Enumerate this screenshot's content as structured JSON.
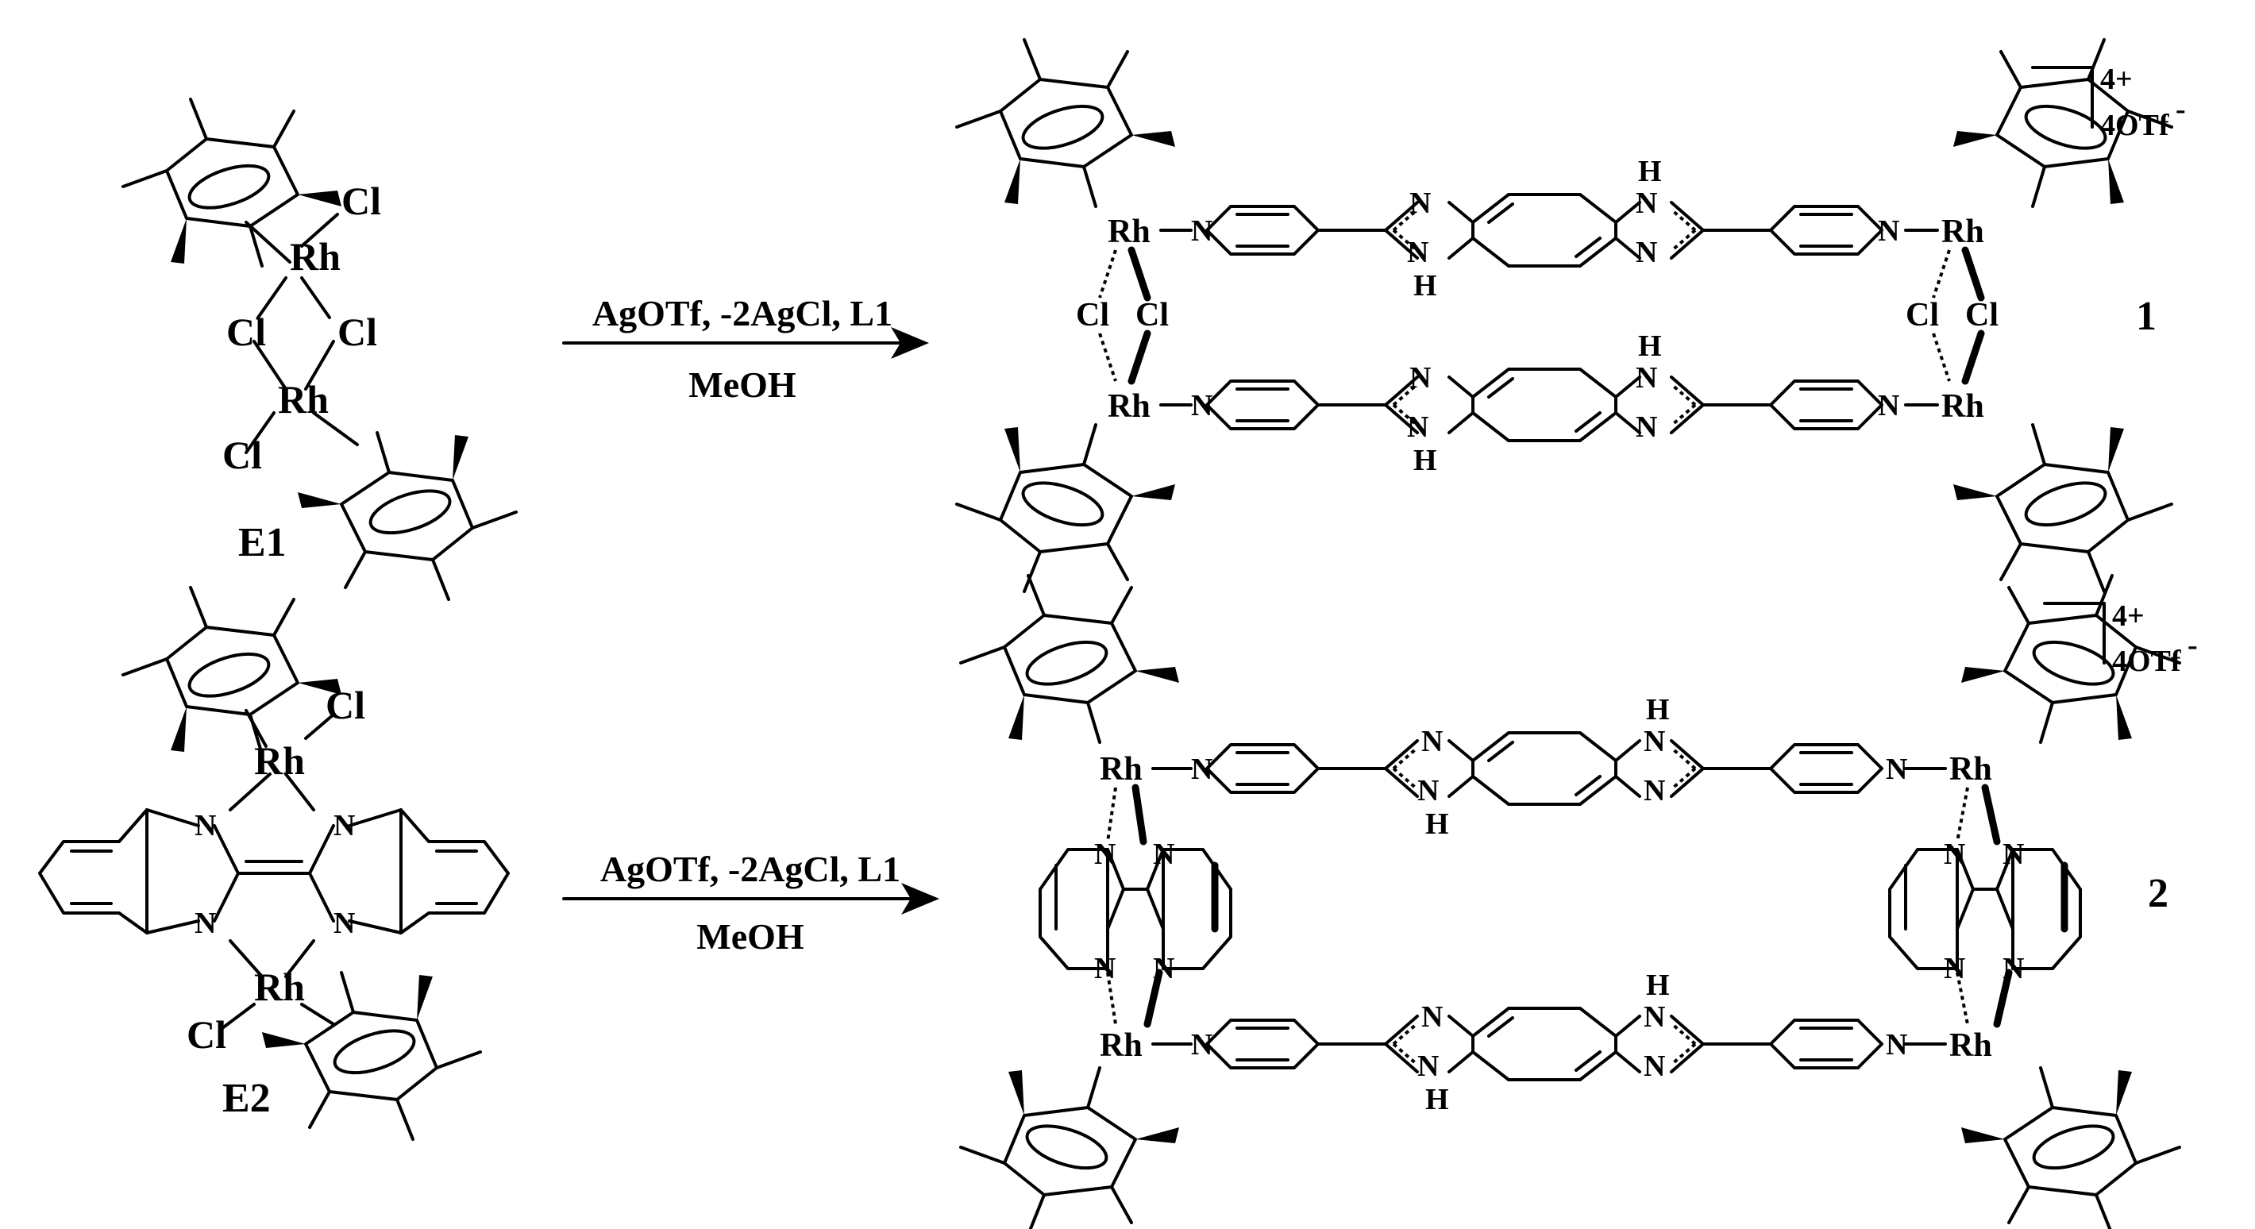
{
  "reactant_1": {
    "label": "E1",
    "atoms": {
      "metal": "Rh",
      "chloride": "Cl"
    }
  },
  "reactant_2": {
    "label": "E2",
    "atoms": {
      "metal": "Rh",
      "chloride": "Cl",
      "nitrogen": "N"
    }
  },
  "reaction_1": {
    "reagents": "AgOTf, -2AgCl, L1",
    "solvent": "MeOH"
  },
  "reaction_2": {
    "reagents": "AgOTf, -2AgCl, L1",
    "solvent": "MeOH"
  },
  "product_1": {
    "label": "1",
    "charge": "4+",
    "counterion": "4OTf",
    "counterion_sup": "-",
    "atoms": {
      "metal": "Rh",
      "chloride": "Cl",
      "nitrogen": "N",
      "hydrogen": "H"
    }
  },
  "product_2": {
    "label": "2",
    "charge": "4+",
    "counterion": "4OTf",
    "counterion_sup": "-",
    "atoms": {
      "metal": "Rh",
      "nitrogen": "N",
      "hydrogen": "H"
    }
  },
  "palette": {
    "ink": "#000000",
    "background": "#ffffff"
  }
}
